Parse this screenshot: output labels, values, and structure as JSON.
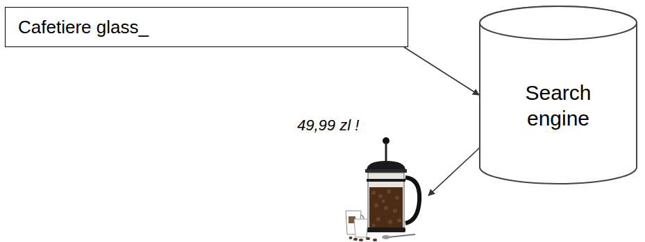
{
  "diagram": {
    "nodes": [
      {
        "text": [
          "Cafetiere glass_"
        ]
      },
      {
        "text": [
          "Search engine"
        ]
      }
    ],
    "edges": [
      {
        "from": 0,
        "to": 1,
        "arrow": "to"
      }
    ],
    "labels": [
      "49,99 zl !"
    ]
  }
}
